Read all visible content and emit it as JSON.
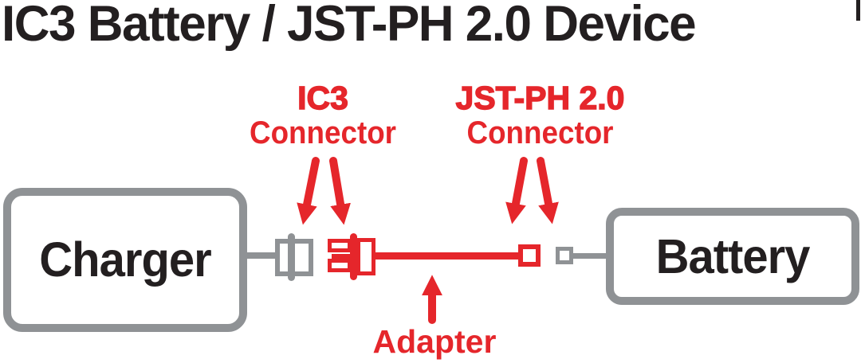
{
  "title": "IC3 Battery / JST-PH 2.0 Device",
  "labels": {
    "ic3_connector": {
      "line1": "IC3",
      "line2": "Connector"
    },
    "jst_connector": {
      "line1": "JST-PH 2.0",
      "line2": "Connector"
    },
    "adapter": "Adapter"
  },
  "nodes": {
    "charger": "Charger",
    "battery": "Battery"
  },
  "icons": {
    "down_arrow": "↓",
    "up_arrow": "↑"
  },
  "colors": {
    "red": "#E5262B",
    "gray": "#8F9295",
    "black": "#231F20"
  }
}
